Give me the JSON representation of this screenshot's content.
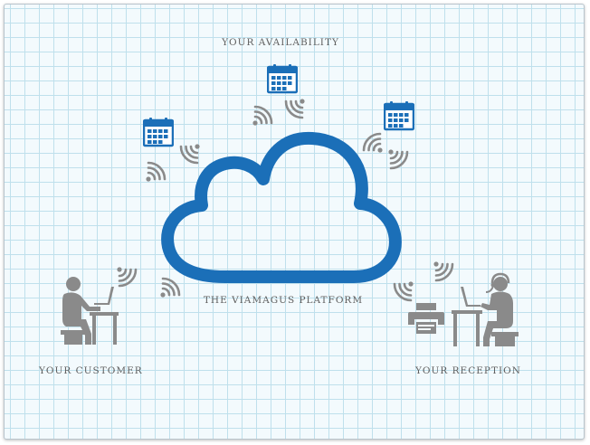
{
  "labels": {
    "availability": "YOUR AVAILABILITY",
    "platform": "THE VIAMAGUS PLATFORM",
    "customer": "YOUR CUSTOMER",
    "reception": "YOUR RECEPTION"
  },
  "colors": {
    "cloud_blue": "#1b6fb8",
    "figure_gray": "#8a8a8a",
    "text_gray": "#5f5f5f",
    "grid_line": "#bfe0ec",
    "background": "#f3fafd"
  },
  "icons": {
    "calendar": "calendar-icon",
    "cloud": "cloud-icon",
    "wifi": "wifi-signal-icon",
    "customer": "person-at-laptop-icon",
    "reception": "receptionist-with-headset-icon",
    "printer": "printer-icon"
  }
}
